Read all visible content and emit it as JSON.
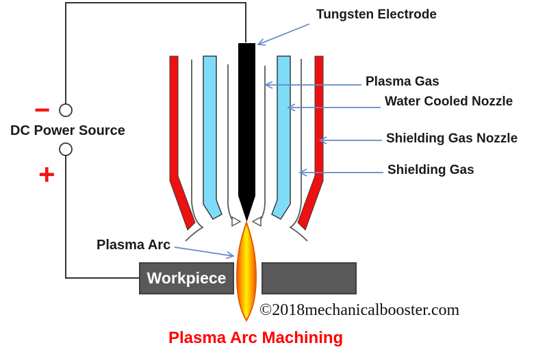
{
  "diagram": {
    "caption": "Plasma Arc Machining",
    "copyright": "©2018mechanicalbooster.com"
  },
  "labels": {
    "tungsten_electrode": "Tungsten Electrode",
    "plasma_gas": "Plasma Gas",
    "water_cooled_nozzle": "Water Cooled Nozzle",
    "shielding_gas_nozzle": "Shielding Gas Nozzle",
    "shielding_gas": "Shielding Gas",
    "plasma_arc": "Plasma Arc",
    "dc_power_source": "DC Power Source",
    "workpiece": "Workpiece",
    "minus_terminal": "−",
    "plus_terminal": "+"
  },
  "colors": {
    "electrode": "#000000",
    "nozzle_red": "#EE1111",
    "nozzle_blue": "#7EDCF8",
    "workpiece_gray": "#595959",
    "arrow_blue": "#6388C6",
    "title_red": "#FF0000",
    "flame_yellow": "#FFF200",
    "flame_orange": "#FF9900",
    "flame_edge": "#E85A00",
    "line_gray": "#595959",
    "wire": "#333333",
    "label_dark": "#1a1a1a",
    "symbol_red": "#F01414"
  }
}
